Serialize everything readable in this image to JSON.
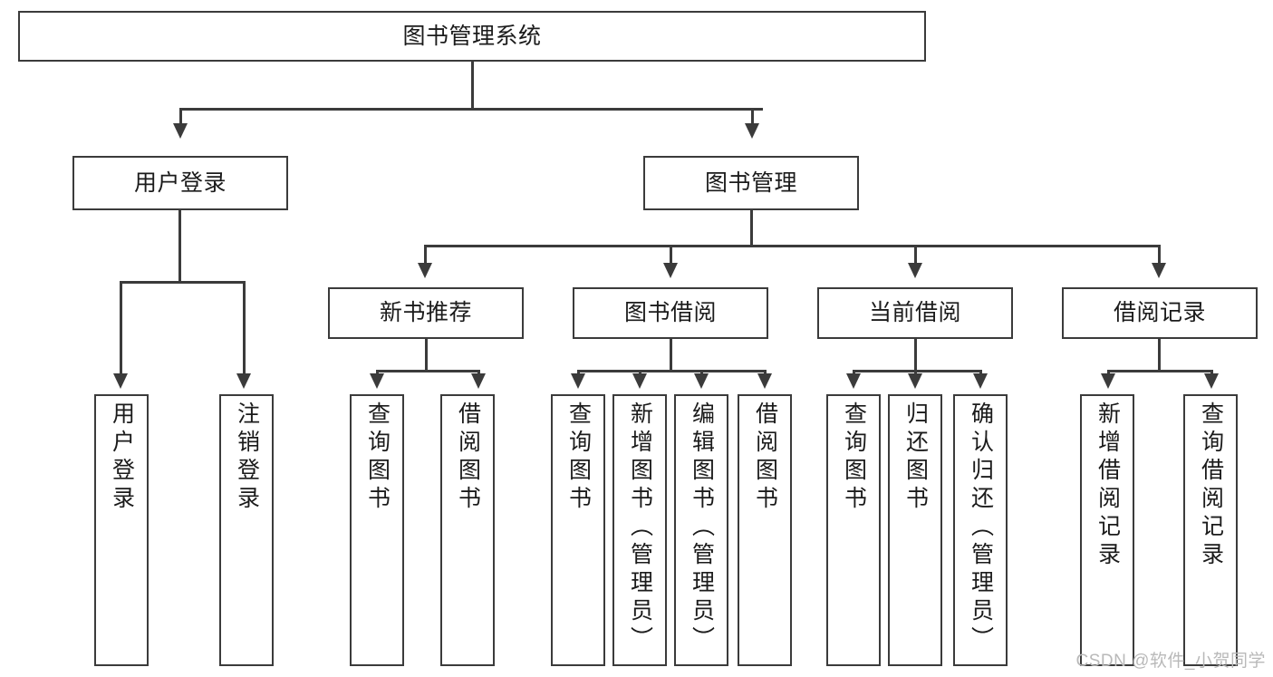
{
  "diagram": {
    "type": "tree",
    "title": "图书管理系统",
    "root": {
      "id": "root",
      "label": "图书管理系统"
    },
    "level2": [
      {
        "id": "user-login",
        "label": "用户登录"
      },
      {
        "id": "book-manage",
        "label": "图书管理"
      }
    ],
    "level3": [
      {
        "id": "new-book-rec",
        "label": "新书推荐",
        "parent": "book-manage"
      },
      {
        "id": "book-borrow",
        "label": "图书借阅",
        "parent": "book-manage"
      },
      {
        "id": "current-borrow",
        "label": "当前借阅",
        "parent": "book-manage"
      },
      {
        "id": "borrow-record",
        "label": "借阅记录",
        "parent": "book-manage"
      }
    ],
    "leaves": {
      "user_login": [
        {
          "id": "leaf-user-login",
          "label": "用户登录"
        },
        {
          "id": "leaf-logout",
          "label": "注销登录"
        }
      ],
      "new_book_rec": [
        {
          "id": "leaf-query-book-1",
          "label": "查询图书"
        },
        {
          "id": "leaf-borrow-book-1",
          "label": "借阅图书"
        }
      ],
      "book_borrow": [
        {
          "id": "leaf-query-book-2",
          "label": "查询图书"
        },
        {
          "id": "leaf-add-book",
          "label": "新增图书（管理员）"
        },
        {
          "id": "leaf-edit-book",
          "label": "编辑图书（管理员）"
        },
        {
          "id": "leaf-borrow-book-2",
          "label": "借阅图书"
        }
      ],
      "current_borrow": [
        {
          "id": "leaf-query-book-3",
          "label": "查询图书"
        },
        {
          "id": "leaf-return-book",
          "label": "归还图书"
        },
        {
          "id": "leaf-confirm-return",
          "label": "确认归还（管理员）"
        }
      ],
      "borrow_record": [
        {
          "id": "leaf-add-record",
          "label": "新增借阅记录"
        },
        {
          "id": "leaf-query-record",
          "label": "查询借阅记录"
        }
      ]
    }
  },
  "watermark": {
    "text": "CSDN @软件_小贺同学"
  },
  "colors": {
    "stroke": "#3b3b3b",
    "fill": "#ffffff",
    "text": "#1b1b1b",
    "watermark": "#b9b9b9"
  }
}
